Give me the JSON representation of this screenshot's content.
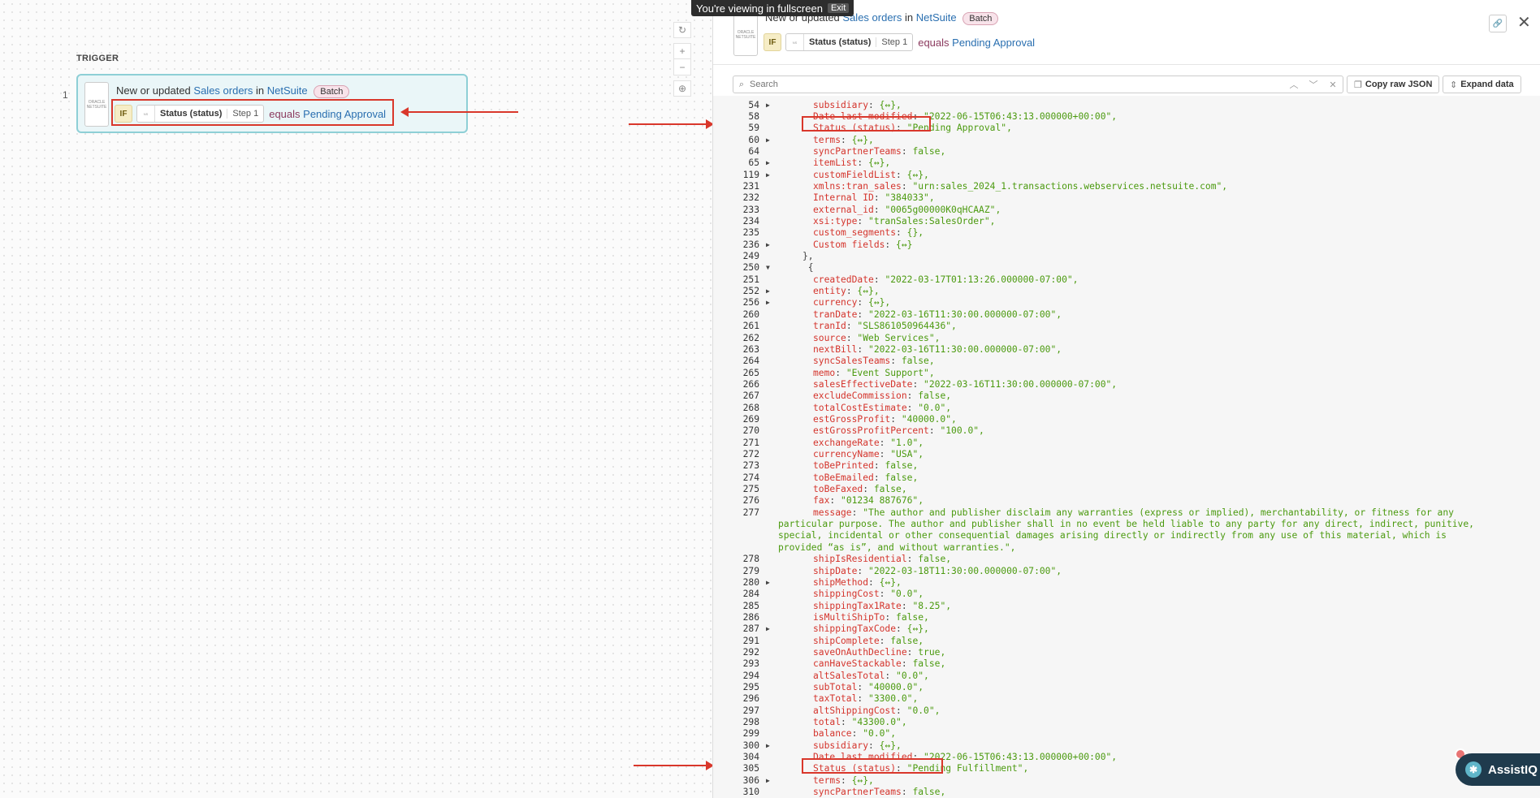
{
  "banner": {
    "text": "You're viewing in fullscreen",
    "exit_label": "Exit"
  },
  "canvas": {
    "trigger_label": "TRIGGER",
    "step_number": "1",
    "card": {
      "logo_text": "ORACLE NETSUITE",
      "title_prefix": "New or updated",
      "title_object": "Sales orders",
      "title_in": "in",
      "title_app": "NetSuite",
      "batch_label": "Batch",
      "if_label": "IF",
      "pill_field": "Status (status)",
      "pill_step": "Step 1",
      "operator": "equals",
      "value": "Pending Approval"
    },
    "zoom": {
      "reset_icon": "↻",
      "plus": "+",
      "minus": "−",
      "fit_icon": "⊕"
    }
  },
  "panel": {
    "title_prefix": "New or updated",
    "title_object": "Sales orders",
    "title_in": "in",
    "title_app": "NetSuite",
    "batch_label": "Batch",
    "if_label": "IF",
    "pill_field": "Status (status)",
    "pill_step": "Step 1",
    "operator": "equals",
    "value": "Pending Approval",
    "search_placeholder": "Search",
    "copy_label": "Copy raw JSON",
    "expand_label": "Expand data"
  },
  "code_lines": [
    {
      "n": "54",
      "t": "c",
      "ind": 1,
      "k": "subsidiary",
      "v": "{↔},",
      "vt": "b"
    },
    {
      "n": "58",
      "t": "",
      "ind": 1,
      "k": "Date last modified",
      "v": "\"2022-06-15T06:43:13.000000+00:00\",",
      "vt": "s"
    },
    {
      "n": "59",
      "t": "",
      "ind": 1,
      "k": "Status (status)",
      "v": "\"Pending Approval\",",
      "vt": "s"
    },
    {
      "n": "60",
      "t": "c",
      "ind": 1,
      "k": "terms",
      "v": "{↔},",
      "vt": "b"
    },
    {
      "n": "64",
      "t": "",
      "ind": 1,
      "k": "syncPartnerTeams",
      "v": "false,",
      "vt": "s"
    },
    {
      "n": "65",
      "t": "c",
      "ind": 1,
      "k": "itemList",
      "v": "{↔},",
      "vt": "b"
    },
    {
      "n": "119",
      "t": "c",
      "ind": 1,
      "k": "customFieldList",
      "v": "{↔},",
      "vt": "b"
    },
    {
      "n": "231",
      "t": "",
      "ind": 1,
      "k": "xmlns:tran_sales",
      "v": "\"urn:sales_2024_1.transactions.webservices.netsuite.com\",",
      "vt": "s"
    },
    {
      "n": "232",
      "t": "",
      "ind": 1,
      "k": "Internal ID",
      "v": "\"384033\",",
      "vt": "s"
    },
    {
      "n": "233",
      "t": "",
      "ind": 1,
      "k": "external_id",
      "v": "\"0065g00000K0qHCAAZ\",",
      "vt": "s"
    },
    {
      "n": "234",
      "t": "",
      "ind": 1,
      "k": "xsi:type",
      "v": "\"tranSales:SalesOrder\",",
      "vt": "s"
    },
    {
      "n": "235",
      "t": "",
      "ind": 1,
      "k": "custom_segments",
      "v": "{},",
      "vt": "s"
    },
    {
      "n": "236",
      "t": "c",
      "ind": 1,
      "k": "Custom fields",
      "v": "{↔}",
      "vt": "b"
    },
    {
      "n": "249",
      "t": "",
      "ind": 0,
      "raw": "},"
    },
    {
      "n": "250",
      "t": "o",
      "ind": 0,
      "raw": " {"
    },
    {
      "n": "251",
      "t": "",
      "ind": 1,
      "k": "createdDate",
      "v": "\"2022-03-17T01:13:26.000000-07:00\",",
      "vt": "s"
    },
    {
      "n": "252",
      "t": "c",
      "ind": 1,
      "k": "entity",
      "v": "{↔},",
      "vt": "b"
    },
    {
      "n": "256",
      "t": "c",
      "ind": 1,
      "k": "currency",
      "v": "{↔},",
      "vt": "b"
    },
    {
      "n": "260",
      "t": "",
      "ind": 1,
      "k": "tranDate",
      "v": "\"2022-03-16T11:30:00.000000-07:00\",",
      "vt": "s"
    },
    {
      "n": "261",
      "t": "",
      "ind": 1,
      "k": "tranId",
      "v": "\"SLS861050964436\",",
      "vt": "s"
    },
    {
      "n": "262",
      "t": "",
      "ind": 1,
      "k": "source",
      "v": "\"Web Services\",",
      "vt": "s"
    },
    {
      "n": "263",
      "t": "",
      "ind": 1,
      "k": "nextBill",
      "v": "\"2022-03-16T11:30:00.000000-07:00\",",
      "vt": "s"
    },
    {
      "n": "264",
      "t": "",
      "ind": 1,
      "k": "syncSalesTeams",
      "v": "false,",
      "vt": "s"
    },
    {
      "n": "265",
      "t": "",
      "ind": 1,
      "k": "memo",
      "v": "\"Event Support\",",
      "vt": "s"
    },
    {
      "n": "266",
      "t": "",
      "ind": 1,
      "k": "salesEffectiveDate",
      "v": "\"2022-03-16T11:30:00.000000-07:00\",",
      "vt": "s"
    },
    {
      "n": "267",
      "t": "",
      "ind": 1,
      "k": "excludeCommission",
      "v": "false,",
      "vt": "s"
    },
    {
      "n": "268",
      "t": "",
      "ind": 1,
      "k": "totalCostEstimate",
      "v": "\"0.0\",",
      "vt": "s"
    },
    {
      "n": "269",
      "t": "",
      "ind": 1,
      "k": "estGrossProfit",
      "v": "\"40000.0\",",
      "vt": "s"
    },
    {
      "n": "270",
      "t": "",
      "ind": 1,
      "k": "estGrossProfitPercent",
      "v": "\"100.0\",",
      "vt": "s"
    },
    {
      "n": "271",
      "t": "",
      "ind": 1,
      "k": "exchangeRate",
      "v": "\"1.0\",",
      "vt": "s"
    },
    {
      "n": "272",
      "t": "",
      "ind": 1,
      "k": "currencyName",
      "v": "\"USA\",",
      "vt": "s"
    },
    {
      "n": "273",
      "t": "",
      "ind": 1,
      "k": "toBePrinted",
      "v": "false,",
      "vt": "s"
    },
    {
      "n": "274",
      "t": "",
      "ind": 1,
      "k": "toBeEmailed",
      "v": "false,",
      "vt": "s"
    },
    {
      "n": "275",
      "t": "",
      "ind": 1,
      "k": "toBeFaxed",
      "v": "false,",
      "vt": "s"
    },
    {
      "n": "276",
      "t": "",
      "ind": 1,
      "k": "fax",
      "v": "\"01234 887676\",",
      "vt": "s"
    },
    {
      "n": "277",
      "t": "",
      "ind": 1,
      "k": "message",
      "v": "\"The author and publisher disclaim any warranties (express or implied), merchantability, or fitness for any",
      "vt": "s"
    },
    {
      "n": "",
      "t": "",
      "ind": 2,
      "raw": "particular purpose. The author and publisher shall in no event be held liable to any party for any direct, indirect, punitive,",
      "rt": "s"
    },
    {
      "n": "",
      "t": "",
      "ind": 2,
      "raw": "special, incidental or other consequential damages arising directly or indirectly from any use of this material, which is",
      "rt": "s"
    },
    {
      "n": "",
      "t": "",
      "ind": 2,
      "raw": "provided “as is”, and without warranties.\",",
      "rt": "s"
    },
    {
      "n": "278",
      "t": "",
      "ind": 1,
      "k": "shipIsResidential",
      "v": "false,",
      "vt": "s"
    },
    {
      "n": "279",
      "t": "",
      "ind": 1,
      "k": "shipDate",
      "v": "\"2022-03-18T11:30:00.000000-07:00\",",
      "vt": "s"
    },
    {
      "n": "280",
      "t": "c",
      "ind": 1,
      "k": "shipMethod",
      "v": "{↔},",
      "vt": "b"
    },
    {
      "n": "284",
      "t": "",
      "ind": 1,
      "k": "shippingCost",
      "v": "\"0.0\",",
      "vt": "s"
    },
    {
      "n": "285",
      "t": "",
      "ind": 1,
      "k": "shippingTax1Rate",
      "v": "\"8.25\",",
      "vt": "s"
    },
    {
      "n": "286",
      "t": "",
      "ind": 1,
      "k": "isMultiShipTo",
      "v": "false,",
      "vt": "s"
    },
    {
      "n": "287",
      "t": "c",
      "ind": 1,
      "k": "shippingTaxCode",
      "v": "{↔},",
      "vt": "b"
    },
    {
      "n": "291",
      "t": "",
      "ind": 1,
      "k": "shipComplete",
      "v": "false,",
      "vt": "s"
    },
    {
      "n": "292",
      "t": "",
      "ind": 1,
      "k": "saveOnAuthDecline",
      "v": "true,",
      "vt": "s"
    },
    {
      "n": "293",
      "t": "",
      "ind": 1,
      "k": "canHaveStackable",
      "v": "false,",
      "vt": "s"
    },
    {
      "n": "294",
      "t": "",
      "ind": 1,
      "k": "altSalesTotal",
      "v": "\"0.0\",",
      "vt": "s"
    },
    {
      "n": "295",
      "t": "",
      "ind": 1,
      "k": "subTotal",
      "v": "\"40000.0\",",
      "vt": "s"
    },
    {
      "n": "296",
      "t": "",
      "ind": 1,
      "k": "taxTotal",
      "v": "\"3300.0\",",
      "vt": "s"
    },
    {
      "n": "297",
      "t": "",
      "ind": 1,
      "k": "altShippingCost",
      "v": "\"0.0\",",
      "vt": "s"
    },
    {
      "n": "298",
      "t": "",
      "ind": 1,
      "k": "total",
      "v": "\"43300.0\",",
      "vt": "s"
    },
    {
      "n": "299",
      "t": "",
      "ind": 1,
      "k": "balance",
      "v": "\"0.0\",",
      "vt": "s"
    },
    {
      "n": "300",
      "t": "c",
      "ind": 1,
      "k": "subsidiary",
      "v": "{↔},",
      "vt": "b"
    },
    {
      "n": "304",
      "t": "",
      "ind": 1,
      "k": "Date last modified",
      "v": "\"2022-06-15T06:43:13.000000+00:00\",",
      "vt": "s"
    },
    {
      "n": "305",
      "t": "",
      "ind": 1,
      "k": "Status (status)",
      "v": "\"Pending Fulfillment\",",
      "vt": "s"
    },
    {
      "n": "306",
      "t": "c",
      "ind": 1,
      "k": "terms",
      "v": "{↔},",
      "vt": "b"
    },
    {
      "n": "310",
      "t": "",
      "ind": 1,
      "k": "syncPartnerTeams",
      "v": "false,",
      "vt": "s"
    }
  ],
  "assist": {
    "label": "AssistIQ"
  },
  "colors": {
    "highlight": "#d9372b",
    "card_border": "#8ecfd6",
    "link": "#2a6fb0",
    "json_key": "#d4342c",
    "json_value": "#4b9a0f"
  }
}
